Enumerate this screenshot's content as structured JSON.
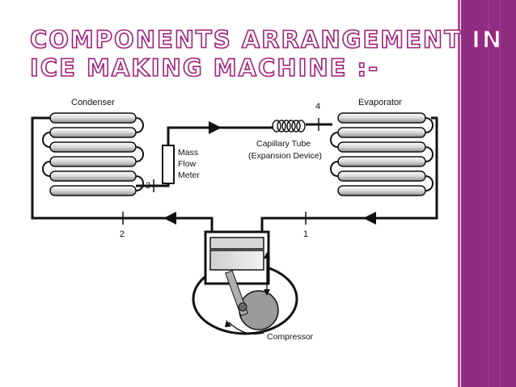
{
  "slide": {
    "title_line1": "COMPONENTS ARRANGEMENT IN",
    "title_line2": "ICE MAKING MACHINE :-"
  },
  "diagram": {
    "labels": {
      "condenser": "Condenser",
      "evaporator": "Evaporator",
      "mass_flow_line1": "Mass",
      "mass_flow_line2": "Flow",
      "mass_flow_line3": "Meter",
      "capillary_line1": "Capillary Tube",
      "capillary_line2": "(Expansion Device)",
      "compressor": "Compressor"
    },
    "state_points": [
      "1",
      "2",
      "3",
      "4"
    ]
  },
  "colors": {
    "accent_purple": "#8e2d84",
    "title_outline": "#a0217a",
    "line": "#111111"
  }
}
